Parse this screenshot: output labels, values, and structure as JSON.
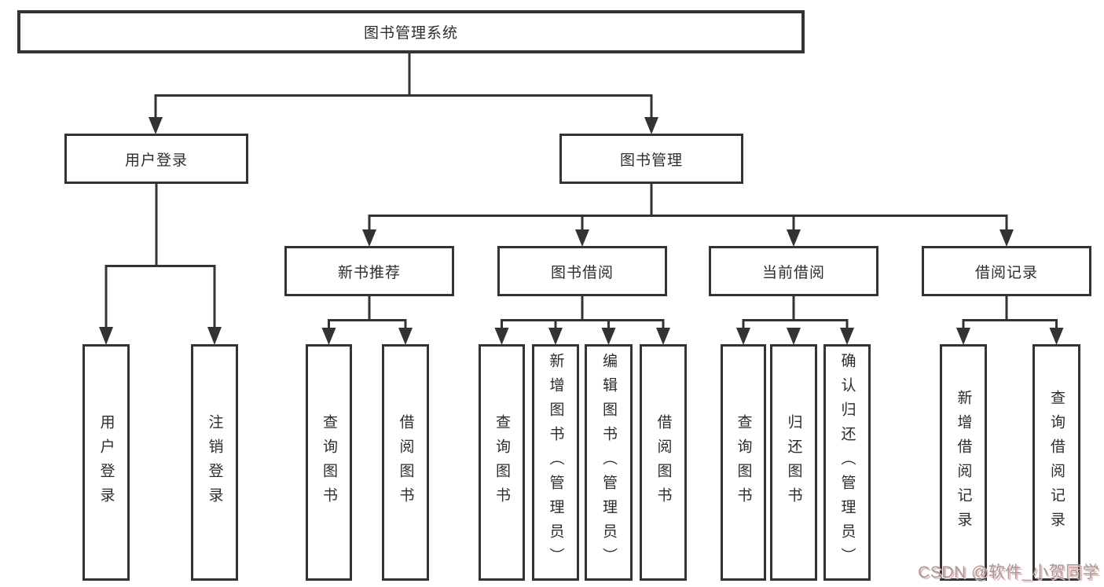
{
  "tree": {
    "root": {
      "label": "图书管理系统"
    },
    "branches": [
      {
        "label": "用户登录",
        "children": [
          {
            "label": "用户登录"
          },
          {
            "label": "注销登录"
          }
        ]
      },
      {
        "label": "图书管理",
        "children": [
          {
            "label": "新书推荐",
            "children": [
              {
                "label": "查询图书"
              },
              {
                "label": "借阅图书"
              }
            ]
          },
          {
            "label": "图书借阅",
            "children": [
              {
                "label": "查询图书"
              },
              {
                "label": "新增图书（管理员）"
              },
              {
                "label": "编辑图书（管理员）"
              },
              {
                "label": "借阅图书"
              }
            ]
          },
          {
            "label": "当前借阅",
            "children": [
              {
                "label": "查询图书"
              },
              {
                "label": "归还图书"
              },
              {
                "label": "确认归还（管理员）"
              }
            ]
          },
          {
            "label": "借阅记录",
            "children": [
              {
                "label": "新增借阅记录"
              },
              {
                "label": "查询借阅记录"
              }
            ]
          }
        ]
      }
    ]
  },
  "watermark": {
    "text": "CSDN @软件_小贺同学"
  },
  "colors": {
    "line": "#333333",
    "text": "#2d2d2d",
    "background": "#ffffff",
    "watermark_gray": "#9e9e9e",
    "watermark_red": "#f2b4b4"
  }
}
